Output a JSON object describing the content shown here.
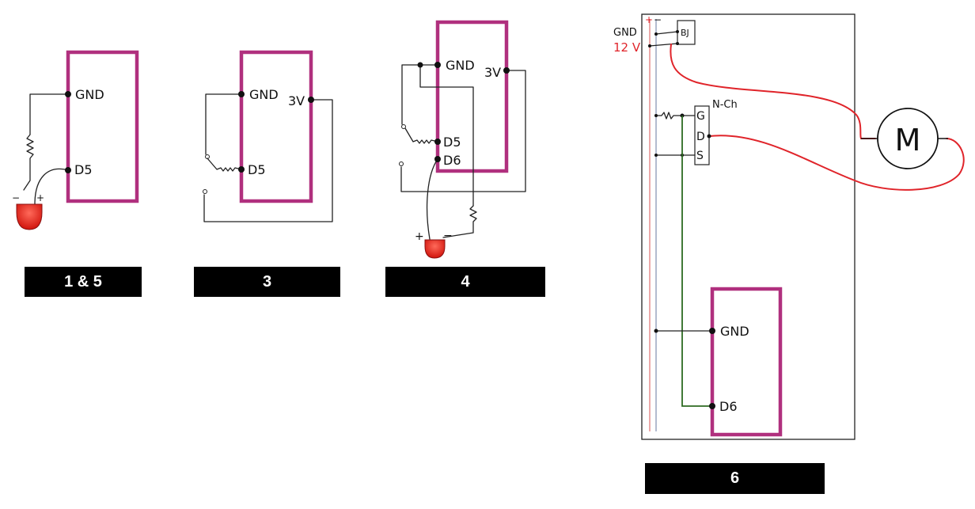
{
  "diagrams": [
    {
      "id": "d15",
      "caption": "1 & 5",
      "pins": {
        "gnd": "GND",
        "d5": "D5"
      },
      "led": {
        "minus": "−",
        "plus": "+"
      }
    },
    {
      "id": "d3",
      "caption": "3",
      "pins": {
        "gnd": "GND",
        "d5": "D5",
        "v3": "3V"
      }
    },
    {
      "id": "d4",
      "caption": "4",
      "pins": {
        "gnd": "GND",
        "d5": "D5",
        "d6": "D6",
        "v3": "3V"
      },
      "led": {
        "minus": "−",
        "plus": "+"
      }
    },
    {
      "id": "d6",
      "caption": "6",
      "rails": {
        "plus": "+",
        "minus": "−",
        "gnd": "GND",
        "v12": "12 V"
      },
      "components": {
        "bj": "BJ",
        "nch": "N-Ch",
        "g": "G",
        "d": "D",
        "s": "S",
        "motor": "M"
      },
      "pins": {
        "gnd": "GND",
        "d6": "D6"
      }
    }
  ],
  "colors": {
    "board": "#b0307e",
    "led": "#e8231b",
    "v12_wire": "#e0242a",
    "gate_wire": "#2e6b22",
    "rail_plus": "#e07070",
    "rail_minus": "#8090b0"
  }
}
